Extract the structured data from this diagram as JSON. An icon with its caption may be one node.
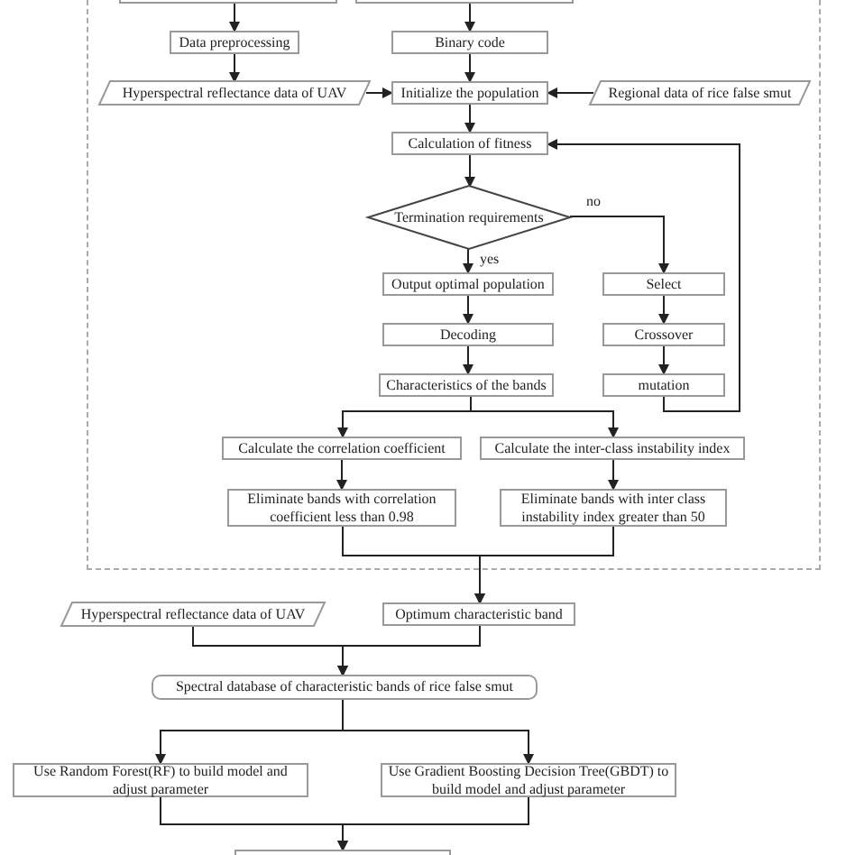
{
  "diagram": {
    "nodes": [
      {
        "text": [],
        "shape": "box"
      },
      {
        "text": [],
        "shape": "box",
        "in": 0
      },
      {
        "text": [],
        "shape": "box",
        "in": 0
      },
      {
        "text": [
          "Data preprocessing"
        ],
        "in": 0
      },
      {
        "text": [
          "Binary code"
        ],
        "in": 0
      },
      {
        "text": [
          "Hyperspectral reflectance data of UAV"
        ],
        "in": 0
      },
      {
        "text": [
          "Initialize the population"
        ],
        "in": 0
      },
      {
        "text": [
          "Regional data of rice false smut"
        ],
        "in": 0
      },
      {
        "text": [
          "Calculation of fitness"
        ],
        "in": 0
      },
      {
        "text": [
          "Termination requirements"
        ],
        "in": 0
      },
      {
        "text": [
          "Output optimal population"
        ],
        "in": 0
      },
      {
        "text": [
          "Select"
        ],
        "in": 0
      },
      {
        "text": [
          "Decoding"
        ],
        "in": 0
      },
      {
        "text": [
          "Crossover"
        ],
        "in": 0
      },
      {
        "text": [
          "Characteristics of the bands"
        ],
        "in": 0
      },
      {
        "text": [
          "mutation"
        ],
        "in": 0
      },
      {
        "text": [
          "Calculate the correlation coefficient"
        ],
        "in": 0
      },
      {
        "text": [
          "Calculate the inter-class instability index"
        ],
        "in": 0
      },
      {
        "text": [
          "Eliminate bands with correlation coefficient less than 0.98"
        ],
        "in": 0
      },
      {
        "text": [
          "Eliminate bands with inter class instability index greater than 50"
        ],
        "in": 0
      },
      {
        "text": [
          "Hyperspectral reflectance data of UAV"
        ]
      },
      {
        "text": [
          "Optimum characteristic band"
        ]
      },
      {
        "text": [
          "Spectral database of characteristic bands of rice false smut"
        ]
      },
      {
        "text": [
          "Use Random Forest(RF) to build model and adjust parameter"
        ]
      },
      {
        "text": [
          "Use Gradient Boosting Decision Tree(GBDT) to build model and adjust parameter"
        ]
      },
      {
        "text": [],
        "shape": "box"
      }
    ],
    "edges": [
      {
        "from": 1,
        "to": 3,
        "arrow": "to"
      },
      {
        "from": 2,
        "to": 4,
        "arrow": "to"
      },
      {
        "from": 3,
        "to": 5,
        "arrow": "to"
      },
      {
        "from": 4,
        "to": 6,
        "arrow": "to"
      },
      {
        "from": 5,
        "to": 6,
        "arrow": "to"
      },
      {
        "from": 7,
        "to": 6,
        "arrow": "to"
      },
      {
        "from": 6,
        "to": 8,
        "arrow": "to"
      },
      {
        "from": 8,
        "to": 9,
        "arrow": "to"
      },
      {
        "from": 9,
        "to": 10,
        "arrow": "to",
        "label": "yes"
      },
      {
        "from": 9,
        "to": 11,
        "arrow": "to",
        "label": "no"
      },
      {
        "from": 11,
        "to": 13,
        "arrow": "to"
      },
      {
        "from": 13,
        "to": 15,
        "arrow": "to"
      },
      {
        "from": 15,
        "to": 8,
        "arrow": "to"
      },
      {
        "from": 10,
        "to": 12,
        "arrow": "to"
      },
      {
        "from": 12,
        "to": 14,
        "arrow": "to"
      },
      {
        "from": 14,
        "to": 16,
        "arrow": "to"
      },
      {
        "from": 14,
        "to": 17,
        "arrow": "to"
      },
      {
        "from": 16,
        "to": 18,
        "arrow": "to"
      },
      {
        "from": 17,
        "to": 19,
        "arrow": "to"
      },
      {
        "from": 18,
        "to": 21,
        "arrow": "to"
      },
      {
        "from": 19,
        "to": 21,
        "arrow": "to"
      },
      {
        "from": 20,
        "to": 22,
        "arrow": "to"
      },
      {
        "from": 21,
        "to": 22,
        "arrow": "to"
      },
      {
        "from": 22,
        "to": 23,
        "arrow": "to"
      },
      {
        "from": 22,
        "to": 24,
        "arrow": "to"
      },
      {
        "from": 23,
        "to": 25,
        "arrow": "to"
      },
      {
        "from": 24,
        "to": 25,
        "arrow": "to"
      }
    ]
  }
}
